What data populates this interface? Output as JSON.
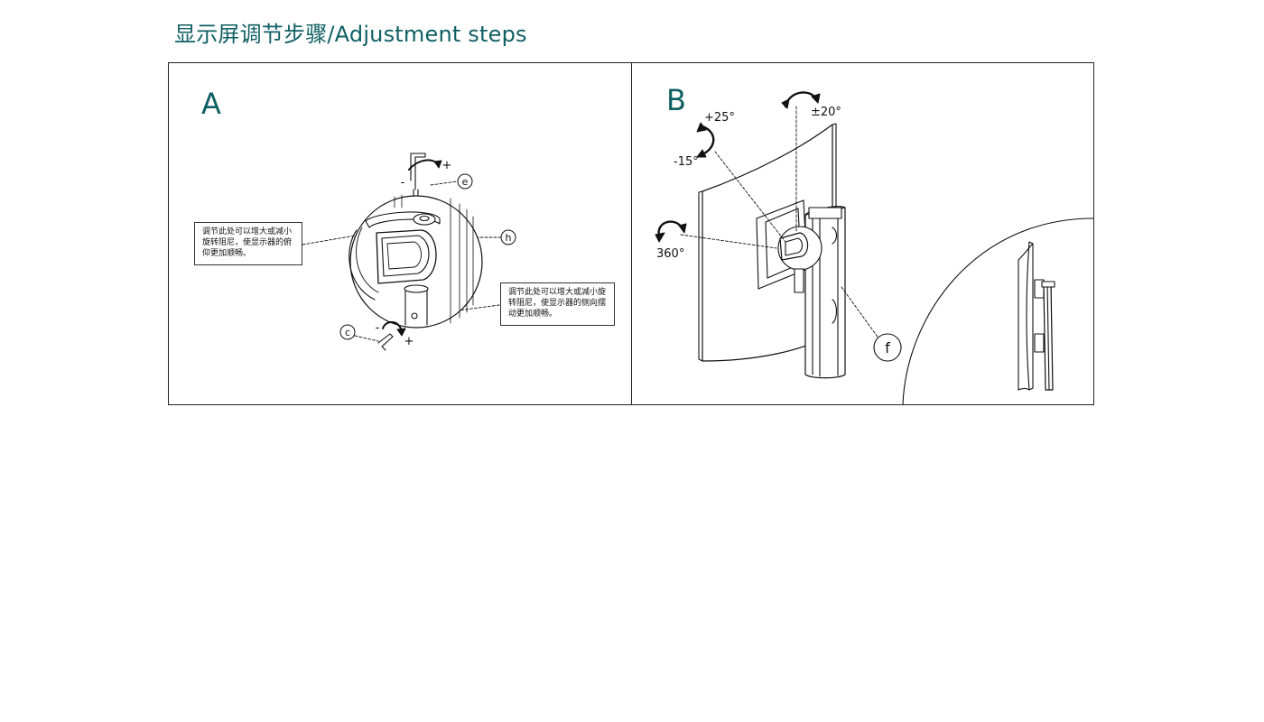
{
  "title": "显示屏调节步骤/Adjustment steps",
  "panels": {
    "a": {
      "letter": "A",
      "callouts": {
        "e": "e",
        "h": "h",
        "c": "c"
      },
      "signs": {
        "top_minus": "-",
        "top_plus": "+",
        "bottom_minus": "-",
        "bottom_plus": "+"
      },
      "note_tilt": "调节此处可以增大或减小旋转阻尼，使显示器的俯仰更加顺畅。",
      "note_swivel": "调节此处可以增大或减小旋转阻尼，使显示器的侧向摆动更加顺畅。"
    },
    "b": {
      "letter": "B",
      "angles": {
        "tilt_up": "+25°",
        "tilt_down": "-15°",
        "swivel": "±20°",
        "rotate": "360°"
      },
      "callouts": {
        "f": "f"
      }
    }
  },
  "colors": {
    "accent": "#0f5f63",
    "line": "#111111"
  }
}
